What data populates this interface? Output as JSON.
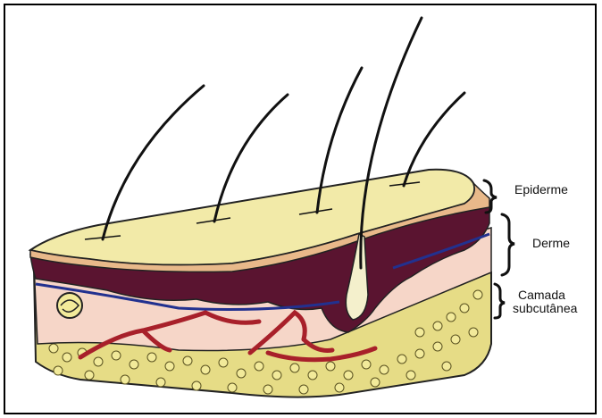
{
  "labels": {
    "epiderme": "Epiderme",
    "derme": "Derme",
    "subcutanea_line1": "Camada",
    "subcutanea_line2": "subcutânea"
  },
  "colors": {
    "epidermis_top": "#f2eaa8",
    "epidermis_edge": "#e8b98a",
    "dermis_dark": "#5a1430",
    "dermis_pink": "#f6d6c8",
    "subcutaneous_fat": "#e6dc86",
    "blood_vessel": "#a8202a",
    "nerve": "#22318f",
    "hair": "#111111",
    "follicle": "#f4f0cc"
  }
}
